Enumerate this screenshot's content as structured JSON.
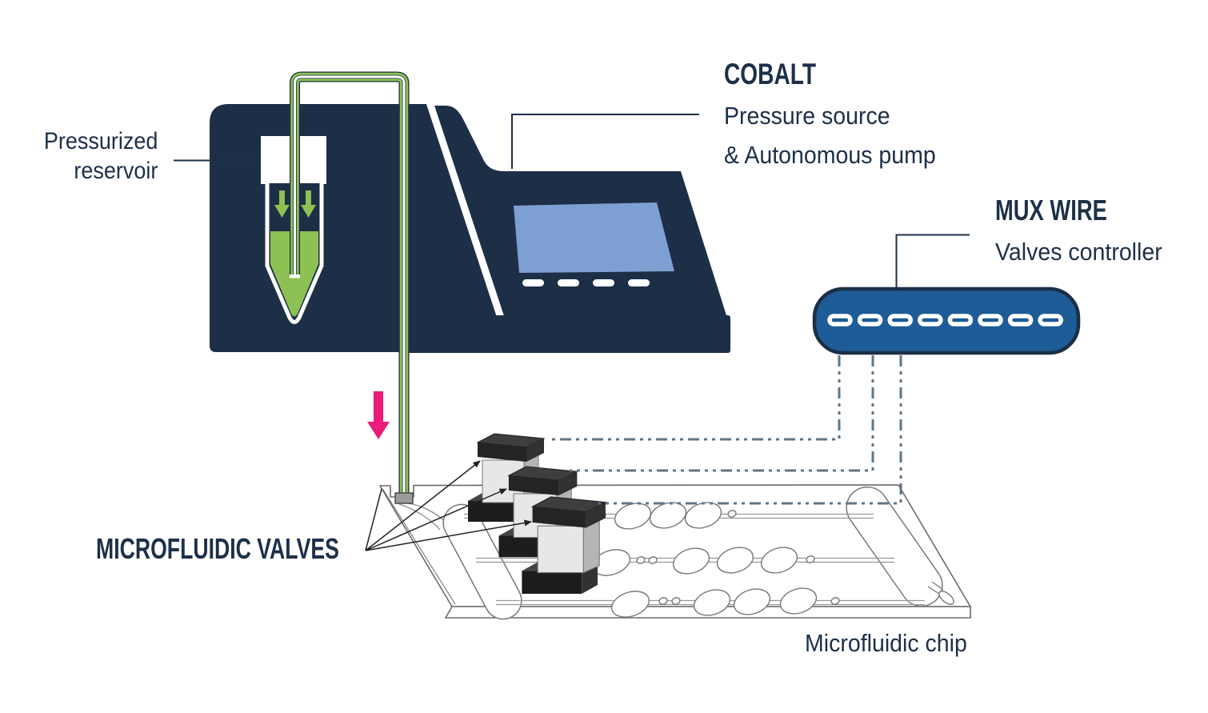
{
  "labels": {
    "reservoir": {
      "line1": "Pressurized",
      "line2": "reservoir"
    },
    "cobalt": {
      "title": "COBALT",
      "line1": "Pressure source",
      "line2": "& Autonomous pump"
    },
    "mux": {
      "title": "MUX WIRE",
      "line1": "Valves controller"
    },
    "valves": {
      "title": "MICROFLUIDIC VALVES"
    },
    "chip": {
      "title": "Microfluidic chip"
    }
  },
  "colors": {
    "navy": "#1c2f46",
    "text_navy": "#1c3049",
    "tube_green": "#8dc153",
    "screen_blue": "#7e9fd1",
    "mux_blue": "#1d5c97",
    "pink": "#ec1a78",
    "dash_gray": "#5f7488"
  },
  "icons": {
    "reservoir_flow": "arrow-down-green",
    "tube_feed": "arrow-down-pink",
    "valve_pointer": "arrow-line-black"
  },
  "cobalt_device": {
    "button_count": 4
  },
  "mux_device": {
    "port_count": 8
  },
  "chip_layout": {
    "channel_rows": 3,
    "valve_count": 3,
    "side_chambers": 2
  }
}
